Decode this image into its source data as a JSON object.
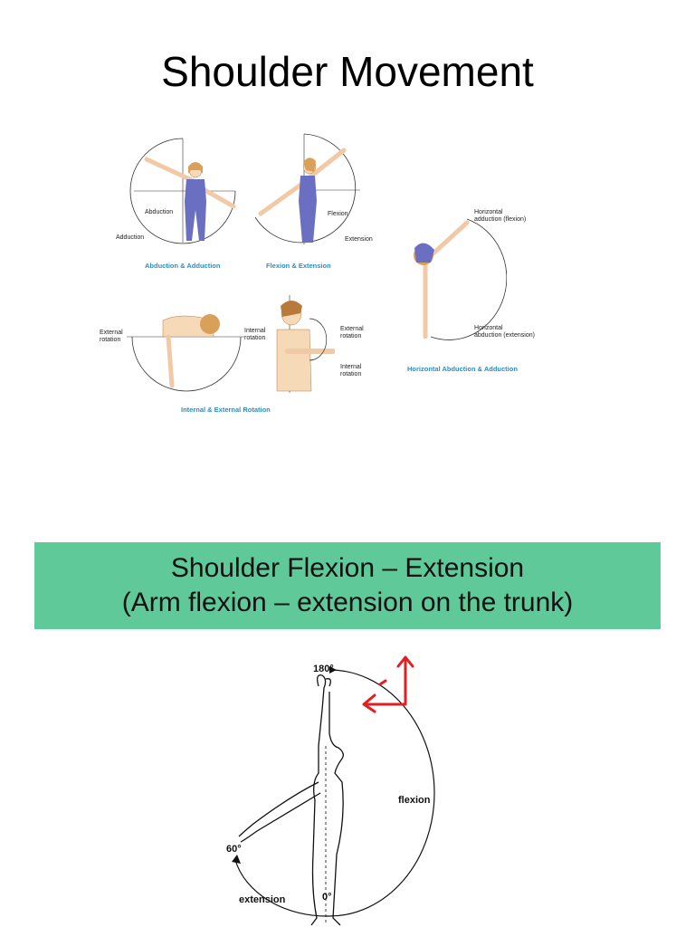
{
  "title": "Shoulder Movement",
  "panels": {
    "abduction": {
      "labels": [
        "Abduction",
        "Adduction"
      ],
      "caption": "Abduction & Adduction"
    },
    "flexion": {
      "labels": [
        "Flexion",
        "Extension"
      ],
      "caption": "Flexion & Extension"
    },
    "horizontal": {
      "labels": [
        "Horizontal\nadduction (flexion)",
        "Horizontal\nabduction (extension)"
      ],
      "caption": "Horizontal Abduction & Adduction"
    },
    "rotation": {
      "labels": [
        "External\nrotation",
        "Internal\nrotation",
        "External\nrotation",
        "Internal\nrotation"
      ],
      "caption": "Internal & External Rotation"
    }
  },
  "banner": {
    "line1": "Shoulder Flexion – Extension",
    "line2": "(Arm flexion – extension on the trunk)"
  },
  "lower_diagram": {
    "labels": [
      "180°",
      "flexion",
      "60°",
      "extension",
      "0°"
    ]
  },
  "colors": {
    "banner": "#5fc99a",
    "caption": "#2a8fc2",
    "figure_blue": "#6b6fc1",
    "skin": "#f6d9b6",
    "hair": "#d9a05a",
    "arrow_red": "#e02020"
  }
}
